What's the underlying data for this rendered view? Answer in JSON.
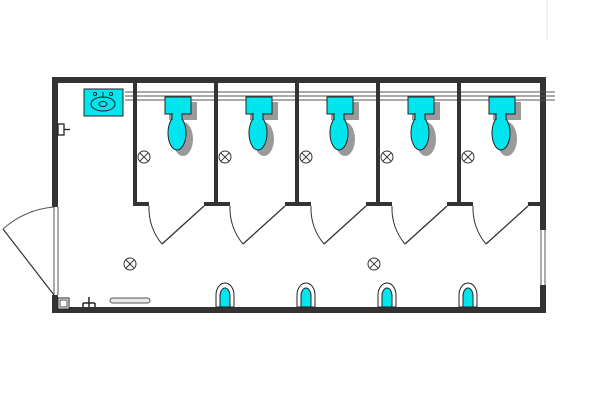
{
  "colors": {
    "wall": "#333333",
    "fixture_fill": "#00e5ee",
    "fixture_shadow": "#9a9a9a",
    "background": "#ffffff"
  },
  "plan": {
    "stall_count": 5,
    "urinal_count": 4,
    "sink_count": 1,
    "ceiling_light_count": 7,
    "entry_door_count": 1,
    "stall_door_count": 5
  }
}
